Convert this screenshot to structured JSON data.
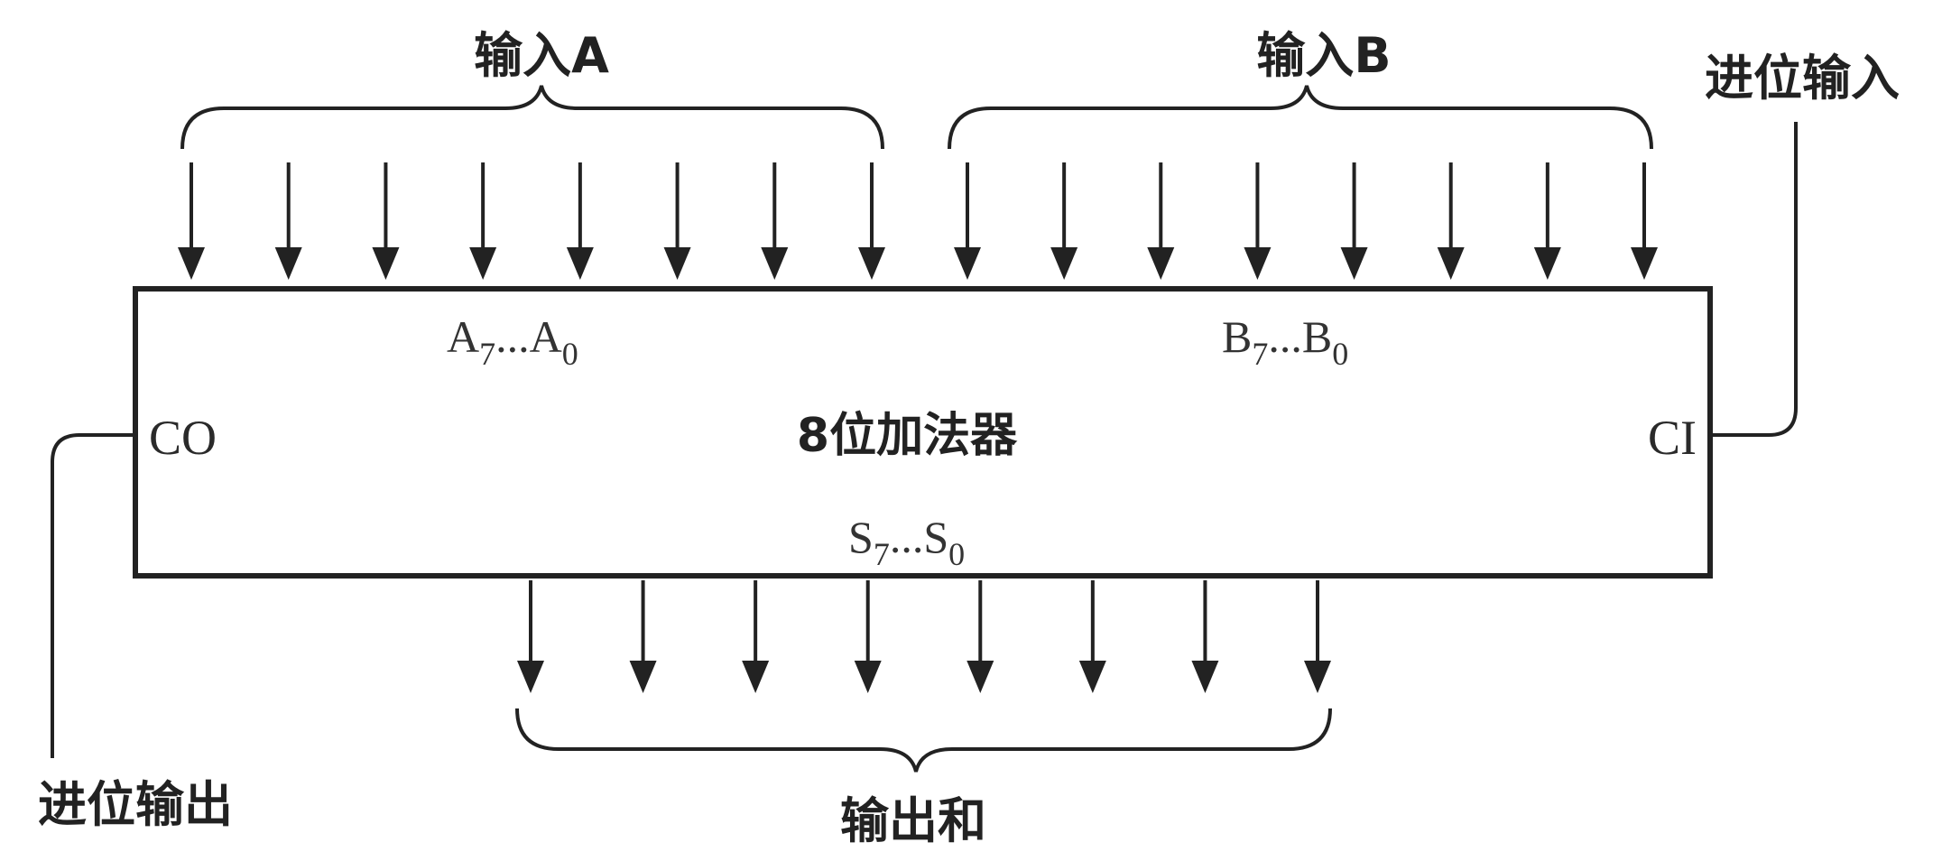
{
  "labels": {
    "input_a": "输入A",
    "input_b": "输入B",
    "carry_in": "进位输入",
    "carry_out": "进位输出",
    "sum_out": "输出和"
  },
  "block": {
    "title": "8位加法器",
    "port_a": {
      "base": "A",
      "hi": "7",
      "sep": "...",
      "lo": "0"
    },
    "port_b": {
      "base": "B",
      "hi": "7",
      "sep": "...",
      "lo": "0"
    },
    "port_s": {
      "base": "S",
      "hi": "7",
      "sep": "...",
      "lo": "0"
    },
    "co": "CO",
    "ci": "CI"
  },
  "bus": {
    "input_a_bits": 8,
    "input_b_bits": 8,
    "sum_bits": 8
  },
  "colors": {
    "line": "#222222",
    "text": "#222222"
  }
}
